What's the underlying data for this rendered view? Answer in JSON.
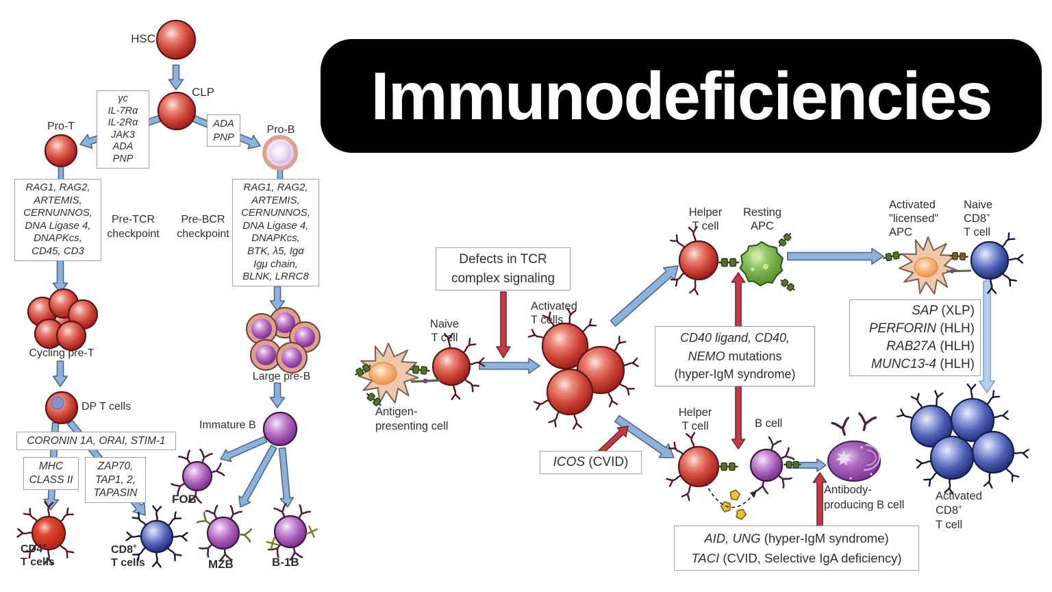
{
  "banner": {
    "title": "Immunodeficiencies"
  },
  "colors": {
    "banner_bg": "#000000",
    "banner_text": "#ffffff",
    "blue_arrow": "#8fb2da",
    "red_arrow": "#c23c47",
    "light_blue_arrow": "#b7cfec",
    "red_cell": "#cc4538",
    "purple_cell": "#a55cb4",
    "blue_cell": "#4c5db2",
    "green_cell": "#63a23b",
    "orange_apc": "#eec9a9"
  },
  "development": {
    "hsc": "HSC",
    "clp": "CLP",
    "pro_t": "Pro-T",
    "pro_b": "Pro-B",
    "clp_defect_genes": [
      "γc",
      "IL-7Rα",
      "IL-2Rα",
      "JAK3",
      "ADA",
      "PNP"
    ],
    "ada_pnp_genes": [
      "ADA",
      "PNP"
    ],
    "pre_tcr_checkpoint": [
      "Pre-TCR",
      "checkpoint"
    ],
    "pre_bcr_checkpoint": [
      "Pre-BCR",
      "checkpoint"
    ],
    "pro_t_defect_genes": [
      "RAG1, RAG2,",
      "ARTEMIS,",
      "CERNUNNOS,",
      "DNA Ligase 4,",
      "DNAPKcs,",
      "CD45, CD3"
    ],
    "pro_b_defect_genes": [
      "RAG1, RAG2,",
      "ARTEMIS,",
      "CERNUNNOS,",
      "DNA Ligase 4,",
      "DNAPKcs,",
      "BTK, λ5, Igα",
      "Igμ chain,",
      "BLNK, LRRC8"
    ],
    "cycling_pre_t": "Cycling pre-T",
    "large_pre_b": "Large pre-B",
    "dp_t_cells": "DP T cells",
    "immature_b": "Immature B",
    "dp_defect_genes": [
      "CORONIN 1A, ORAI, STIM-1"
    ],
    "mhc_genes": [
      "MHC",
      "CLASS II"
    ],
    "zap70_genes": [
      "ZAP70,",
      "TAP1, 2,",
      "TAPASIN"
    ],
    "cd4": {
      "base": "CD4",
      "sup": "+",
      "line2": "T cells"
    },
    "cd8": {
      "base": "CD8",
      "sup": "+",
      "line2": "T cells"
    },
    "fob": "FOB",
    "mzb": "MZB",
    "b1b": "B-1B"
  },
  "activation": {
    "defects_tcr": [
      "Defects in TCR",
      "complex signaling"
    ],
    "naive_t": [
      "Naive",
      "T cell"
    ],
    "apc": [
      "Antigen-",
      "presenting cell"
    ],
    "activated_t": [
      "Activated",
      "T cells"
    ],
    "helper_t_top": [
      "Helper",
      "T cell"
    ],
    "resting_apc": [
      "Resting",
      "APC"
    ],
    "licensed_apc": [
      "Activated",
      "\"licensed\"",
      "APC"
    ],
    "naive_cd8": {
      "line1": "Naive",
      "base": "CD8",
      "sup": "+",
      "line3": "T cell"
    },
    "sap_box": [
      [
        {
          "t": "SAP",
          "i": 1
        },
        {
          "t": " (XLP)",
          "i": 0
        }
      ],
      [
        {
          "t": "PERFORIN",
          "i": 1
        },
        {
          "t": " (HLH)",
          "i": 0
        }
      ],
      [
        {
          "t": "RAB27A",
          "i": 1
        },
        {
          "t": " (HLH)",
          "i": 0
        }
      ],
      [
        {
          "t": "MUNC13-4",
          "i": 1
        },
        {
          "t": " (HLH)",
          "i": 0
        }
      ]
    ],
    "cd40_box": [
      [
        {
          "t": "CD40 ligand, CD40,",
          "i": 1
        }
      ],
      [
        {
          "t": "NEMO",
          "i": 1
        },
        {
          "t": " mutations",
          "i": 0
        }
      ],
      [
        {
          "t": "(hyper-IgM syndrome)",
          "i": 0
        }
      ]
    ],
    "icos_box": [
      [
        {
          "t": "ICOS",
          "i": 1
        },
        {
          "t": " (CVID)",
          "i": 0
        }
      ]
    ],
    "aid_box": [
      [
        {
          "t": "AID, UNG",
          "i": 1
        },
        {
          "t": " (hyper-IgM syndrome)",
          "i": 0
        }
      ],
      [
        {
          "t": "TACI",
          "i": 1
        },
        {
          "t": " (CVID, Selective IgA deficiency)",
          "i": 0
        }
      ]
    ],
    "helper_t_bottom": [
      "Helper",
      "T cell"
    ],
    "b_cell": "B cell",
    "antibody_producing": [
      "Antibody-",
      "producing B cell"
    ],
    "activated_cd8": {
      "line1": "Activated",
      "base": "CD8",
      "sup": "+",
      "line3": "T cell"
    }
  }
}
